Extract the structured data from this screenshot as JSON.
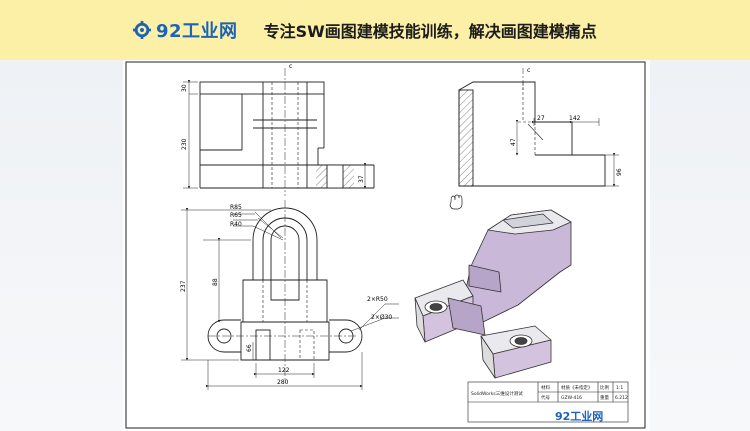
{
  "banner": {
    "logo_text": "92工业网",
    "slogan": "专注SW画图建模技能训练，解决画图建模痛点"
  },
  "drawing": {
    "dims": {
      "d30": "30",
      "d230": "230",
      "d37": "37",
      "d27": "27",
      "d142": "142",
      "d47": "47",
      "d96": "96",
      "r85": "R85",
      "r65": "R65",
      "r40": "R40",
      "d88": "88",
      "d237": "237",
      "r50": "2×R50",
      "phi30": "2×Ø30",
      "d66": "66",
      "d122": "122",
      "d280": "280"
    },
    "centerline_mark": "c",
    "title_block": {
      "project": "SolidWorks三维设计测试",
      "material_label": "材料",
      "material_value": "材质《未指定》",
      "scale_label": "比例",
      "scale_value": "1:1",
      "code_label": "代号",
      "code_value": "GZW-416",
      "weight_label": "重量",
      "weight_value": "6.212",
      "logo_text": "92工业网"
    }
  },
  "colors": {
    "banner_bg": "#fcefa6",
    "brand_blue": "#1a63b8",
    "iso_face_top": "#e9e9ee",
    "iso_face_side": "#c9b8d8"
  }
}
